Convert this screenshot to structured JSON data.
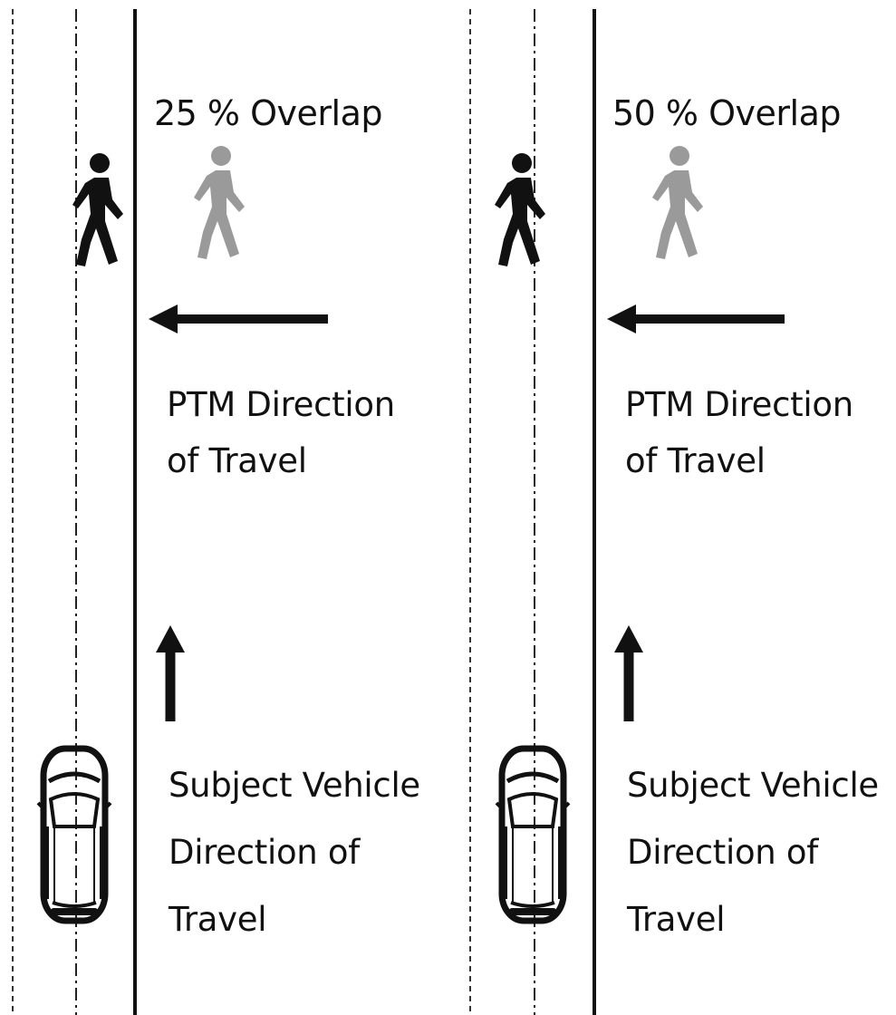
{
  "panels": [
    {
      "title": "25 % Overlap",
      "ptm_label": [
        "PTM Direction",
        "of Travel"
      ],
      "vehicle_label": [
        "Subject Vehicle",
        "Direction of",
        "Travel"
      ],
      "overlap_percent": 25
    },
    {
      "title": "50 % Overlap",
      "ptm_label": [
        "PTM Direction",
        "of Travel"
      ],
      "vehicle_label": [
        "Subject Vehicle",
        "Direction of",
        "Travel"
      ],
      "overlap_percent": 50
    }
  ],
  "colors": {
    "line": "#111111",
    "pedestrian_dark": "#111111",
    "pedestrian_light": "#9a9a9a"
  },
  "icons": [
    "pedestrian-dark-icon",
    "pedestrian-light-icon",
    "car-top-view-icon",
    "arrow-left-icon",
    "arrow-up-icon"
  ]
}
